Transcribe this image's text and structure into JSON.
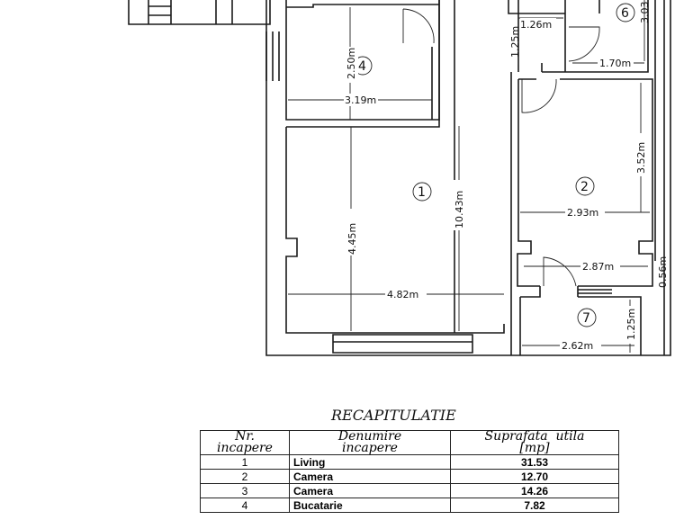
{
  "plan": {
    "rooms": [
      "1",
      "2",
      "4",
      "6",
      "7"
    ],
    "dimensions": {
      "r4_height": "2.50m",
      "r4_width": "3.19m",
      "hall_width": "1.26m",
      "hall_height": "1.25m",
      "r6_height": "3.03",
      "r6_width": "1.70m",
      "r2_height": "3.52m",
      "r2_width": "2.93m",
      "r1_length": "10.43m",
      "r1_height": "4.45m",
      "r1_width": "4.82m",
      "corr_width": "2.87m",
      "corr_height": "0.56m",
      "r7_height": "1.25m",
      "r7_width": "2.62m"
    }
  },
  "summary": {
    "title": "RECAPITULATIE",
    "headers": [
      [
        "Nr.",
        "incapere"
      ],
      [
        "Denumire",
        "incapere"
      ],
      [
        "Suprafata  utila",
        "[mp]"
      ]
    ],
    "rows": [
      {
        "nr": "1",
        "name": "Living",
        "area": "31.53"
      },
      {
        "nr": "2",
        "name": "Camera",
        "area": "12.70"
      },
      {
        "nr": "3",
        "name": "Camera",
        "area": "14.26"
      },
      {
        "nr": "4",
        "name": "Bucatarie",
        "area": "7.82"
      }
    ]
  }
}
